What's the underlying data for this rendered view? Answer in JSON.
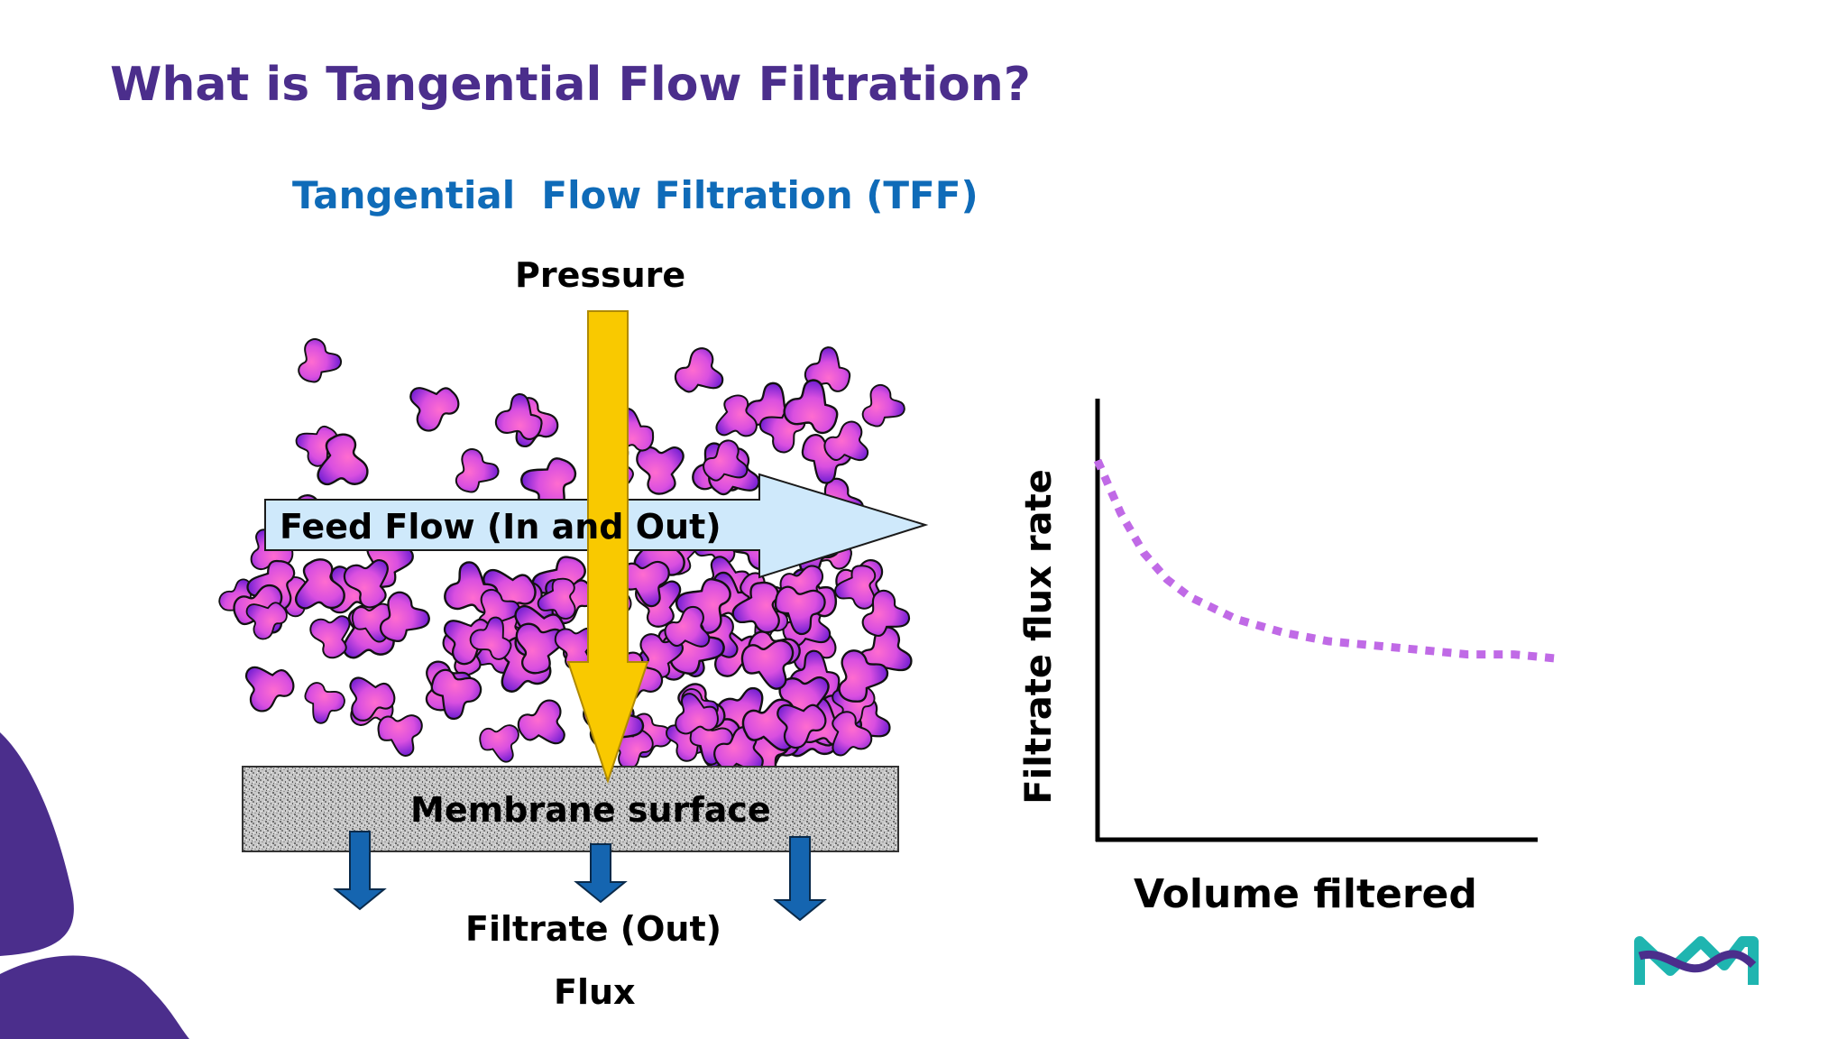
{
  "slide": {
    "title": "What is Tangential Flow Filtration?",
    "subtitle": "Tangential  Flow Filtration (TFF)"
  },
  "diagram": {
    "pressure_label": "Pressure",
    "feed_flow_label": "Feed Flow (In and Out)",
    "membrane_label": "Membrane surface",
    "filtrate_label": "Filtrate (Out)",
    "flux_label": "Flux"
  },
  "chart_data": {
    "type": "line",
    "xlabel": "Volume filtered",
    "ylabel": "Filtrate flux rate",
    "series": [
      {
        "style": "dotted",
        "color": "#c06ae6",
        "x": [
          0,
          0.05,
          0.1,
          0.15,
          0.2,
          0.3,
          0.4,
          0.5,
          0.6,
          0.7,
          0.8,
          0.9,
          1.0
        ],
        "y": [
          0.86,
          0.74,
          0.65,
          0.59,
          0.55,
          0.5,
          0.47,
          0.45,
          0.44,
          0.43,
          0.42,
          0.42,
          0.41
        ]
      }
    ],
    "xlim": [
      0,
      1
    ],
    "ylim": [
      0,
      1
    ],
    "grid": false
  },
  "colors": {
    "title": "#4b2e8c",
    "subtitle": "#0f6bb8",
    "pressure_arrow": "#f9c900",
    "feed_arrow": "#cfe9fb",
    "filtrate_arrow": "#1565b0",
    "particle_dark": "#7a22d4",
    "particle_light": "#ff66cc",
    "curve": "#c06ae6",
    "corner_shape": "#4b2e8c"
  }
}
